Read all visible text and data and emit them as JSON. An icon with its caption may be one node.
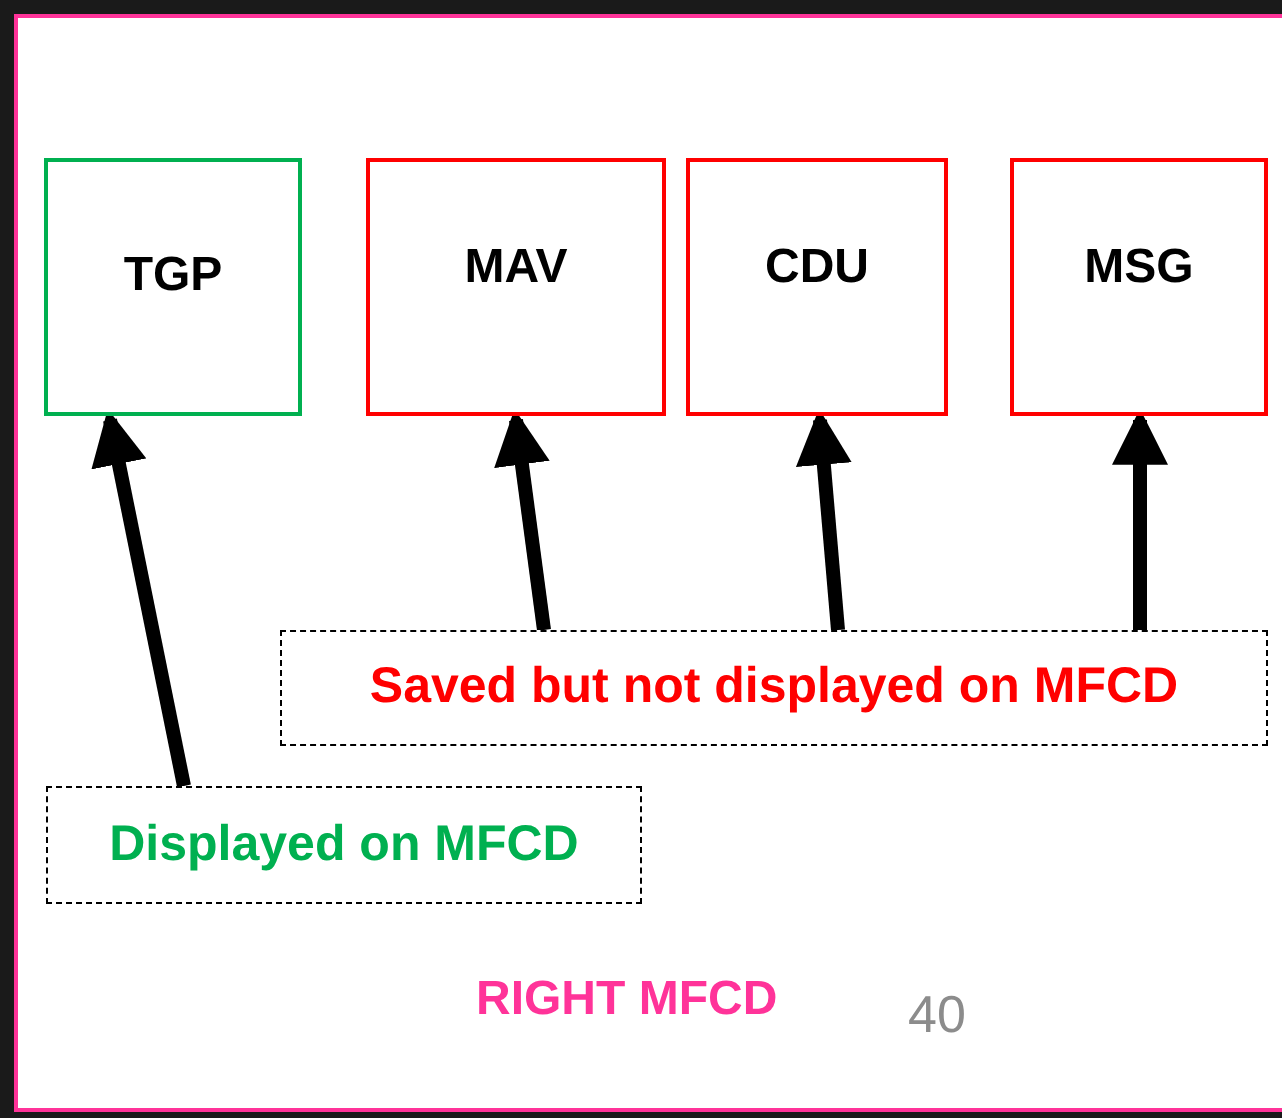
{
  "diagram": {
    "nodes": [
      {
        "text": [
          "TGP"
        ]
      },
      {
        "text": [
          "MAV"
        ]
      },
      {
        "text": [
          "CDU"
        ]
      },
      {
        "text": [
          "MSG"
        ]
      },
      {
        "text": [
          "Saved but not displayed on MFCD"
        ]
      },
      {
        "text": [
          "Displayed on MFCD"
        ]
      }
    ],
    "edges": [
      {
        "from": 5,
        "to": 0,
        "arrow": "to"
      },
      {
        "from": 4,
        "to": 1,
        "arrow": "to"
      },
      {
        "from": 4,
        "to": 2,
        "arrow": "to"
      },
      {
        "from": 4,
        "to": 3,
        "arrow": "to"
      }
    ],
    "labels": [
      "RIGHT MFCD",
      "40"
    ]
  }
}
